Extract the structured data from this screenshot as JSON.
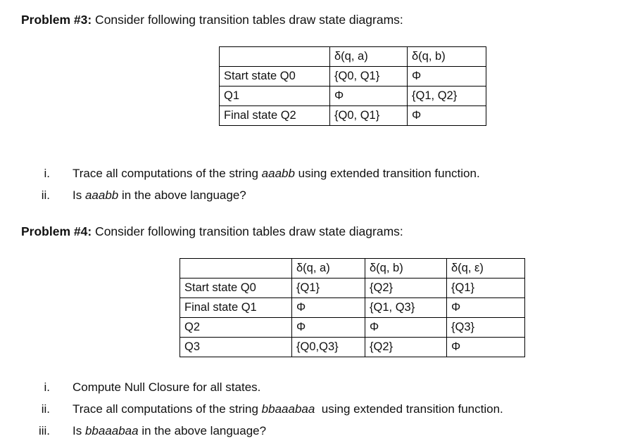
{
  "problem3": {
    "heading_lead": "Problem #3:",
    "heading_rest": " Consider following transition tables draw state diagrams:",
    "table": {
      "header": [
        "",
        "δ(q, a)",
        "δ(q, b)"
      ],
      "rows": [
        [
          "Start state Q0",
          "{Q0, Q1}",
          "Φ"
        ],
        [
          "Q1",
          "Φ",
          "{Q1, Q2}"
        ],
        [
          "Final state Q2",
          "{Q0, Q1}",
          "Φ"
        ]
      ]
    },
    "items": [
      {
        "marker": "i.",
        "pre": "Trace all computations of the string ",
        "emph": "aaabb",
        "post": " using extended transition function."
      },
      {
        "marker": "ii.",
        "pre": "Is ",
        "emph": "aaabb",
        "post": " in the above language?"
      }
    ]
  },
  "problem4": {
    "heading_lead": "Problem #4:",
    "heading_rest": " Consider following transition tables draw state diagrams:",
    "table": {
      "header": [
        "",
        "δ(q, a)",
        "δ(q, b)",
        "δ(q, ε)"
      ],
      "rows": [
        [
          "Start state Q0",
          "{Q1}",
          "{Q2}",
          "{Q1}"
        ],
        [
          "Final state Q1",
          "Φ",
          "{Q1, Q3}",
          "Φ"
        ],
        [
          "Q2",
          "Φ",
          "Φ",
          "{Q3}"
        ],
        [
          "Q3",
          "{Q0,Q3}",
          "{Q2}",
          "Φ"
        ]
      ]
    },
    "items": [
      {
        "marker": "i.",
        "pre": "Compute Null Closure for all states.",
        "emph": "",
        "post": ""
      },
      {
        "marker": "ii.",
        "pre": "Trace all computations of the string ",
        "emph": "bbaaabaa",
        "post": "  using extended transition function."
      },
      {
        "marker": "iii.",
        "pre": "Is ",
        "emph": "bbaaabaa",
        "post": " in the above language?"
      }
    ]
  }
}
